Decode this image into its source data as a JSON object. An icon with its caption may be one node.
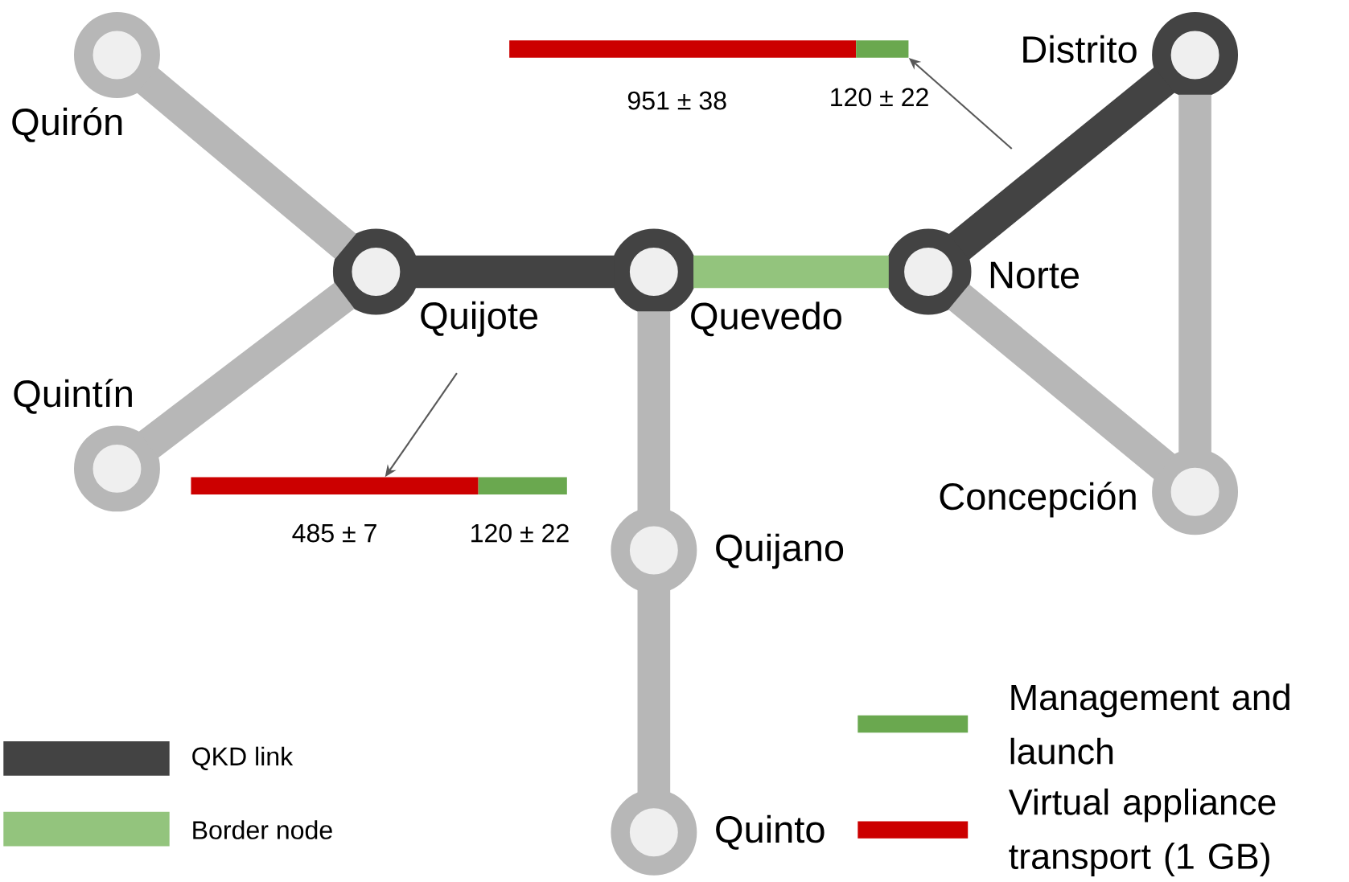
{
  "diagram": {
    "nodes": [
      {
        "text": [],
        "shape": "circle",
        "beside": [
          "Quirón"
        ]
      },
      {
        "text": [],
        "shape": "circle",
        "beside": [
          "Distrito"
        ]
      },
      {
        "text": [],
        "shape": "circle",
        "beside": [
          "Quijote"
        ]
      },
      {
        "text": [],
        "shape": "circle",
        "beside": [
          "Quevedo"
        ]
      },
      {
        "text": [],
        "shape": "circle",
        "beside": [
          "Norte"
        ]
      },
      {
        "text": [],
        "shape": "circle",
        "beside": [
          "Quintín"
        ]
      },
      {
        "text": [],
        "shape": "circle",
        "beside": [
          "Concepción"
        ]
      },
      {
        "text": [],
        "shape": "circle",
        "beside": [
          "Quijano"
        ]
      },
      {
        "text": [],
        "shape": "circle",
        "beside": [
          "Quinto"
        ]
      },
      {
        "text": [],
        "shape": "bar",
        "beside": [
          "951 ± 38",
          "120 ± 22"
        ]
      },
      {
        "text": [],
        "shape": "bar",
        "beside": [
          "485 ± 7",
          "120 ± 22"
        ]
      }
    ],
    "edges": [
      {
        "from": 0,
        "to": 2,
        "arrow": "none"
      },
      {
        "from": 5,
        "to": 2,
        "arrow": "none"
      },
      {
        "from": 2,
        "to": 3,
        "arrow": "none",
        "color": "#434343"
      },
      {
        "from": 3,
        "to": 4,
        "arrow": "none",
        "color": "#93c47d"
      },
      {
        "from": 4,
        "to": 1,
        "arrow": "none",
        "color": "#434343"
      },
      {
        "from": 1,
        "to": 6,
        "arrow": "none"
      },
      {
        "from": 4,
        "to": 6,
        "arrow": "none"
      },
      {
        "from": 3,
        "to": 7,
        "arrow": "none"
      },
      {
        "from": 7,
        "to": 8,
        "arrow": "none"
      },
      {
        "from": null,
        "to": 9,
        "arrow": "to",
        "color": "#595959"
      },
      {
        "from": null,
        "to": 10,
        "arrow": "to",
        "color": "#595959"
      }
    ],
    "legend": [
      {
        "text": "QKD link",
        "color": "#434343"
      },
      {
        "text": "Border node",
        "color": "#93c47d"
      },
      {
        "text": "Management and launch",
        "color": "#6aa84f"
      },
      {
        "text": "Virtual appliance transport (1 GB)",
        "color": "#cc0000"
      }
    ]
  }
}
